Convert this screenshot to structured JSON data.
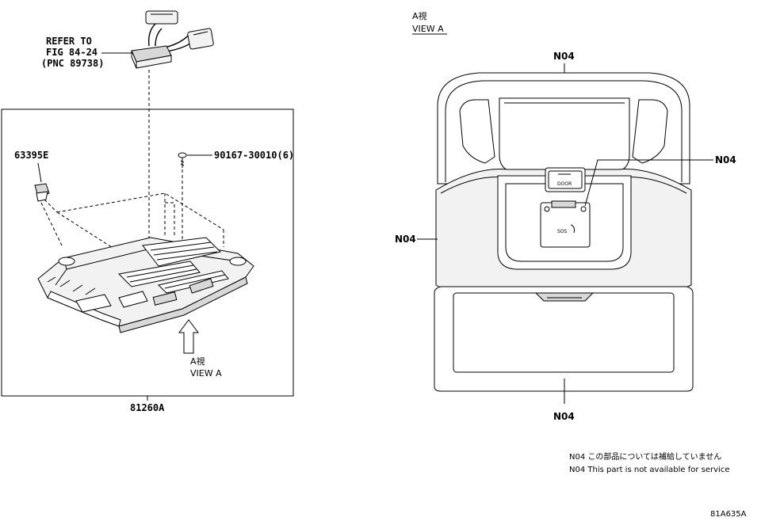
{
  "left": {
    "refer": {
      "line1": "REFER TO",
      "line2": "FIG 84-24",
      "line3": "(PNC 89738)"
    },
    "part_63395E": "63395E",
    "part_90167": "90167-30010(6)",
    "view_jp": "A視",
    "view_en": "VIEW A",
    "part_81260A": "81260A"
  },
  "right": {
    "view_jp": "A視",
    "view_en": "VIEW A",
    "n04_top": "N04",
    "n04_right": "N04",
    "n04_left": "N04",
    "n04_bottom": "N04",
    "door_label": "DOOR",
    "sos_label": "SOS"
  },
  "notes": {
    "jp": "N04 この部品については補給していません",
    "en": "N04 This part is not available for service"
  },
  "figure_id": "81A635A"
}
